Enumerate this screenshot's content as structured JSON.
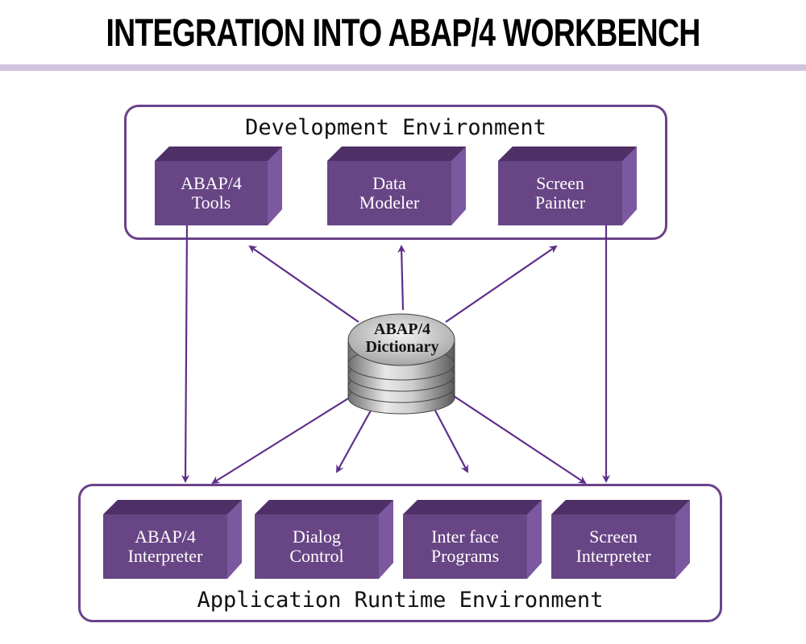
{
  "header": {
    "title": "INTEGRATION INTO ABAP/4 WORKBENCH"
  },
  "development_environment": {
    "label": "Development Environment",
    "components": [
      {
        "line1": "ABAP/4",
        "line2": "Tools"
      },
      {
        "line1": "Data",
        "line2": "Modeler"
      },
      {
        "line1": "Screen",
        "line2": "Painter"
      }
    ]
  },
  "dictionary": {
    "line1": "ABAP/4",
    "line2": "Dictionary"
  },
  "runtime_environment": {
    "label": "Application Runtime Environment",
    "components": [
      {
        "line1": "ABAP/4",
        "line2": "Interpreter"
      },
      {
        "line1": "Dialog",
        "line2": "Control"
      },
      {
        "line1": "Inter face",
        "line2": "Programs"
      },
      {
        "line1": "Screen",
        "line2": "Interpreter"
      }
    ]
  },
  "colors": {
    "box": "#684585",
    "border": "#6b4289",
    "rule": "#d1c3de",
    "arrow": "#5e2f8a"
  }
}
